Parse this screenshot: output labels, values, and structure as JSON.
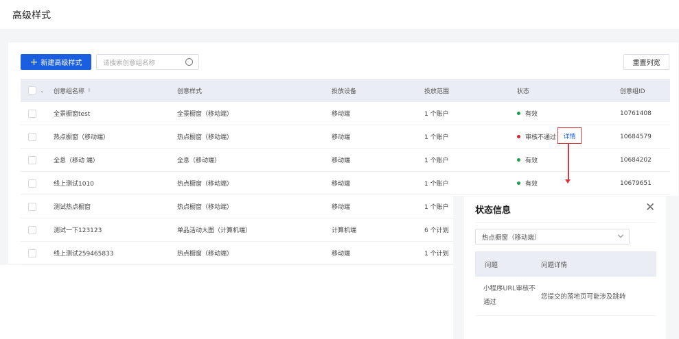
{
  "page": {
    "title": "高级样式"
  },
  "toolbar": {
    "new_label": "新建高级样式",
    "search_placeholder": "请搜索创意组名称",
    "reset_label": "重置列宽"
  },
  "table": {
    "headers": [
      "创意组名称",
      "创意样式",
      "投放设备",
      "投放范围",
      "状态",
      "创意组ID"
    ],
    "rows": [
      {
        "name": "全景橱窗test",
        "style": "全景橱窗（移动端）",
        "device": "移动端",
        "range": "1 个账户",
        "status": "有效",
        "status_color": "#1a9e4b",
        "id": "10761408"
      },
      {
        "name": "热点橱窗（移动端）",
        "style": "热点橱窗（移动端）",
        "device": "移动端",
        "range": "1 个账户",
        "status": "审核不通过",
        "status_color": "#d9262c",
        "id": "10684579",
        "link": "详情"
      },
      {
        "name": "全息（移动 端）",
        "style": "全息（移动端）",
        "device": "移动端",
        "range": "1 个账户",
        "status": "有效",
        "status_color": "#1a9e4b",
        "id": "10684202"
      },
      {
        "name": "线上测试1010",
        "style": "热点橱窗（移动端）",
        "device": "移动端",
        "range": "1 个账户",
        "status": "有效",
        "status_color": "#1a9e4b",
        "id": "10679651"
      },
      {
        "name": "测试热点橱窗",
        "style": "热点橱窗（移动端）",
        "device": "移动端",
        "range": "1 个账户",
        "status": "",
        "status_color": "",
        "id": ""
      },
      {
        "name": "测试一下123123",
        "style": "单品活动大图（计算机端）",
        "device": "计算机端",
        "range": "6 个计划",
        "status": "",
        "status_color": "",
        "id": ""
      },
      {
        "name": "线上测试259465833",
        "style": "热点橱窗（移动端）",
        "device": "移动端",
        "range": "1 个计划",
        "status": "",
        "status_color": "",
        "id": ""
      }
    ]
  },
  "modal": {
    "title": "状态信息",
    "select_value": "热点橱窗（移动端）",
    "headers": [
      "问题",
      "问题详情"
    ],
    "rows": [
      {
        "issue": "小程序URL审核不通过",
        "detail": "您提交的落地页可能涉及跳转"
      }
    ]
  },
  "colors": {
    "primary": "#1a5fe0",
    "highlight": "#d9363e"
  }
}
